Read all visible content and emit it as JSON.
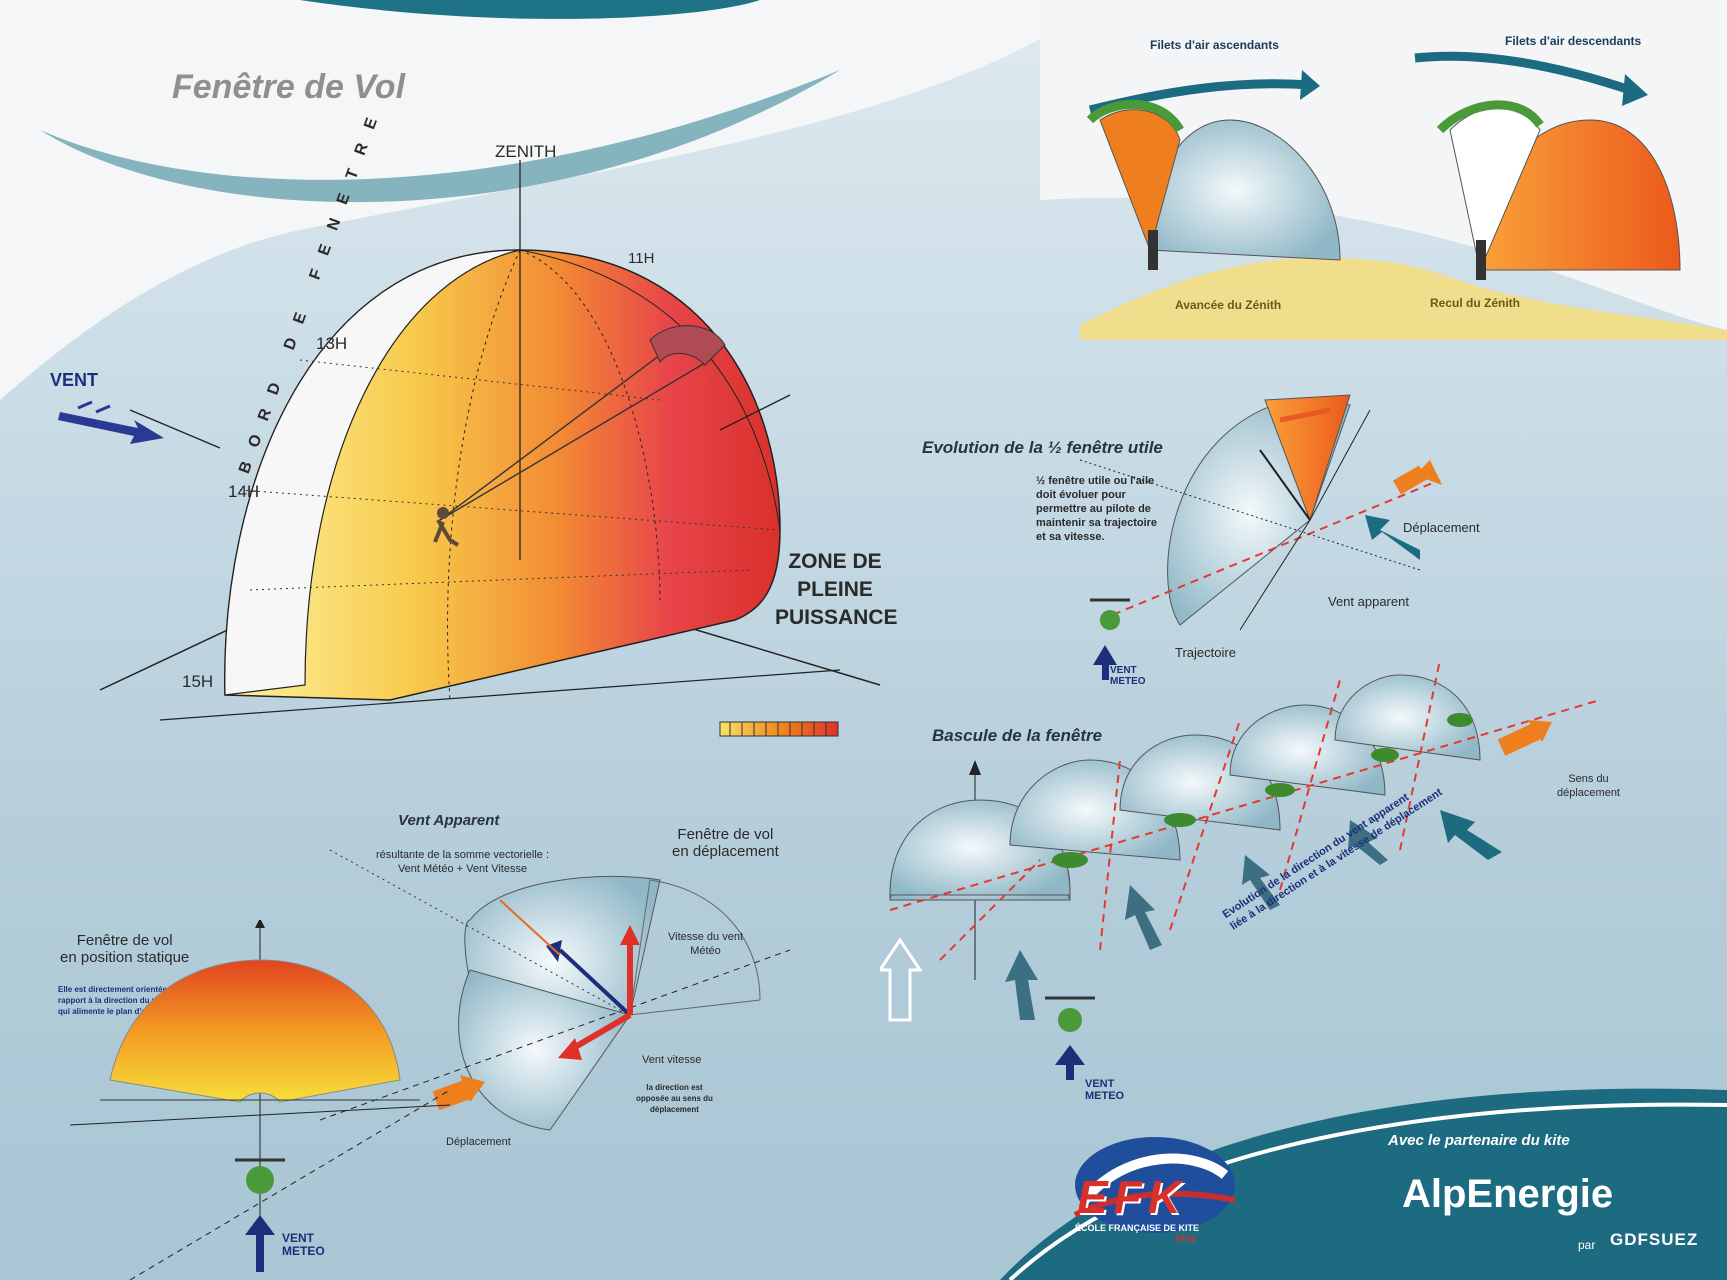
{
  "main_title": "Fenêtre de Vol",
  "dome": {
    "zenith": "ZENITH",
    "hours": [
      "11H",
      "13H",
      "14H",
      "15H"
    ],
    "edge_label": "BORD DE FENETRE",
    "wind": "VENT",
    "power_zone": [
      "ZONE DE",
      "PLEINE",
      "PUISSANCE"
    ]
  },
  "top_right": {
    "rising": "Filets d'air ascendants",
    "falling": "Filets d'air descendants",
    "advance": "Avancée du Zénith",
    "recoil": "Recul du Zénith"
  },
  "half_window": {
    "title": "Evolution de la ½ fenêtre utile",
    "text": [
      "½ fenêtre utile ou l'aile",
      "doit évoluer pour",
      "permettre au pilote de",
      "maintenir sa trajectoire",
      "et sa vitesse."
    ],
    "deplacement": "Déplacement",
    "vent_apparent": "Vent apparent",
    "trajectoire": "Trajectoire",
    "vent_meteo": [
      "VENT",
      "METEO"
    ]
  },
  "bascule": {
    "title": "Bascule de la fenêtre",
    "sens": [
      "Sens du",
      "déplacement"
    ],
    "evolution": [
      "Evolution de la direction du vent apparent",
      "liée à la direction et à la vitesse de déplacement"
    ],
    "vent_meteo": [
      "VENT",
      "METEO"
    ]
  },
  "vent_apparent": {
    "title": "Vent Apparent",
    "resultante": [
      "résultante de la somme vectorielle :",
      "Vent Météo + Vent Vitesse"
    ],
    "window_moving": [
      "Fenêtre de vol",
      "en déplacement"
    ],
    "vitesse_meteo": [
      "Vitesse du vent",
      "Météo"
    ],
    "vent_vitesse": "Vent vitesse",
    "direction_note": [
      "la direction est",
      "opposée au sens du",
      "déplacement"
    ],
    "deplacement": "Déplacement"
  },
  "static": {
    "title": [
      "Fenêtre de vol",
      "en position statique"
    ],
    "desc": [
      "Elle est directement orientée par",
      "rapport à la direction du vent météo",
      "qui alimente le plan d'eau."
    ],
    "vent_meteo": [
      "VENT",
      "METEO"
    ]
  },
  "footer": {
    "partner": "Avec le partenaire du kite",
    "brand": "AlpEnergie",
    "par": "par",
    "gdf": "GDFSUEZ",
    "efk": "EFK",
    "efk_sub": "ÉCOLE FRANÇAISE DE KITE",
    "ffvl": "FFVL"
  },
  "colors": {
    "orange": "#f08a1c",
    "red": "#e0302a",
    "yellow": "#f7d843",
    "navy": "#1d2f7a",
    "teal": "#1b6e85"
  }
}
